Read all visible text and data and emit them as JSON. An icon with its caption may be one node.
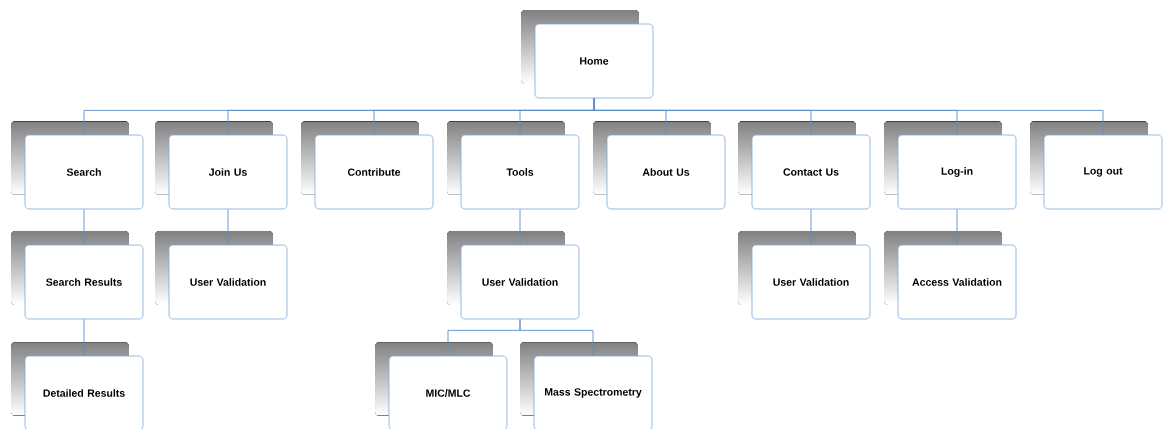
{
  "diagram": {
    "nodes": [
      {
        "text": [
          "Home"
        ]
      },
      {
        "text": [
          "Search"
        ]
      },
      {
        "text": [
          "Join Us"
        ]
      },
      {
        "text": [
          "Contribute"
        ]
      },
      {
        "text": [
          "Tools"
        ]
      },
      {
        "text": [
          "About Us"
        ]
      },
      {
        "text": [
          "Contact Us"
        ]
      },
      {
        "text": [
          "Log-in"
        ]
      },
      {
        "text": [
          "Log out"
        ]
      },
      {
        "text": [
          "Search Results"
        ]
      },
      {
        "text": [
          "User Validation"
        ]
      },
      {
        "text": [
          "User Validation"
        ]
      },
      {
        "text": [
          "User Validation"
        ]
      },
      {
        "text": [
          "Access Validation"
        ]
      },
      {
        "text": [
          "Detailed Results"
        ]
      },
      {
        "text": [
          "MIC/MLC"
        ]
      },
      {
        "text": [
          "Mass Spectrometry"
        ]
      }
    ],
    "edges": [
      {
        "from": 0,
        "to": 1,
        "arrow": "none"
      },
      {
        "from": 0,
        "to": 2,
        "arrow": "none"
      },
      {
        "from": 0,
        "to": 3,
        "arrow": "none"
      },
      {
        "from": 0,
        "to": 4,
        "arrow": "none"
      },
      {
        "from": 0,
        "to": 5,
        "arrow": "none"
      },
      {
        "from": 0,
        "to": 6,
        "arrow": "none"
      },
      {
        "from": 0,
        "to": 7,
        "arrow": "none"
      },
      {
        "from": 0,
        "to": 8,
        "arrow": "none"
      },
      {
        "from": 1,
        "to": 9,
        "arrow": "none"
      },
      {
        "from": 9,
        "to": 14,
        "arrow": "none"
      },
      {
        "from": 2,
        "to": 10,
        "arrow": "none"
      },
      {
        "from": 4,
        "to": 11,
        "arrow": "none"
      },
      {
        "from": 6,
        "to": 12,
        "arrow": "none"
      },
      {
        "from": 7,
        "to": 13,
        "arrow": "none"
      },
      {
        "from": 11,
        "to": 15,
        "arrow": "none"
      },
      {
        "from": 11,
        "to": 16,
        "arrow": "none"
      }
    ]
  }
}
